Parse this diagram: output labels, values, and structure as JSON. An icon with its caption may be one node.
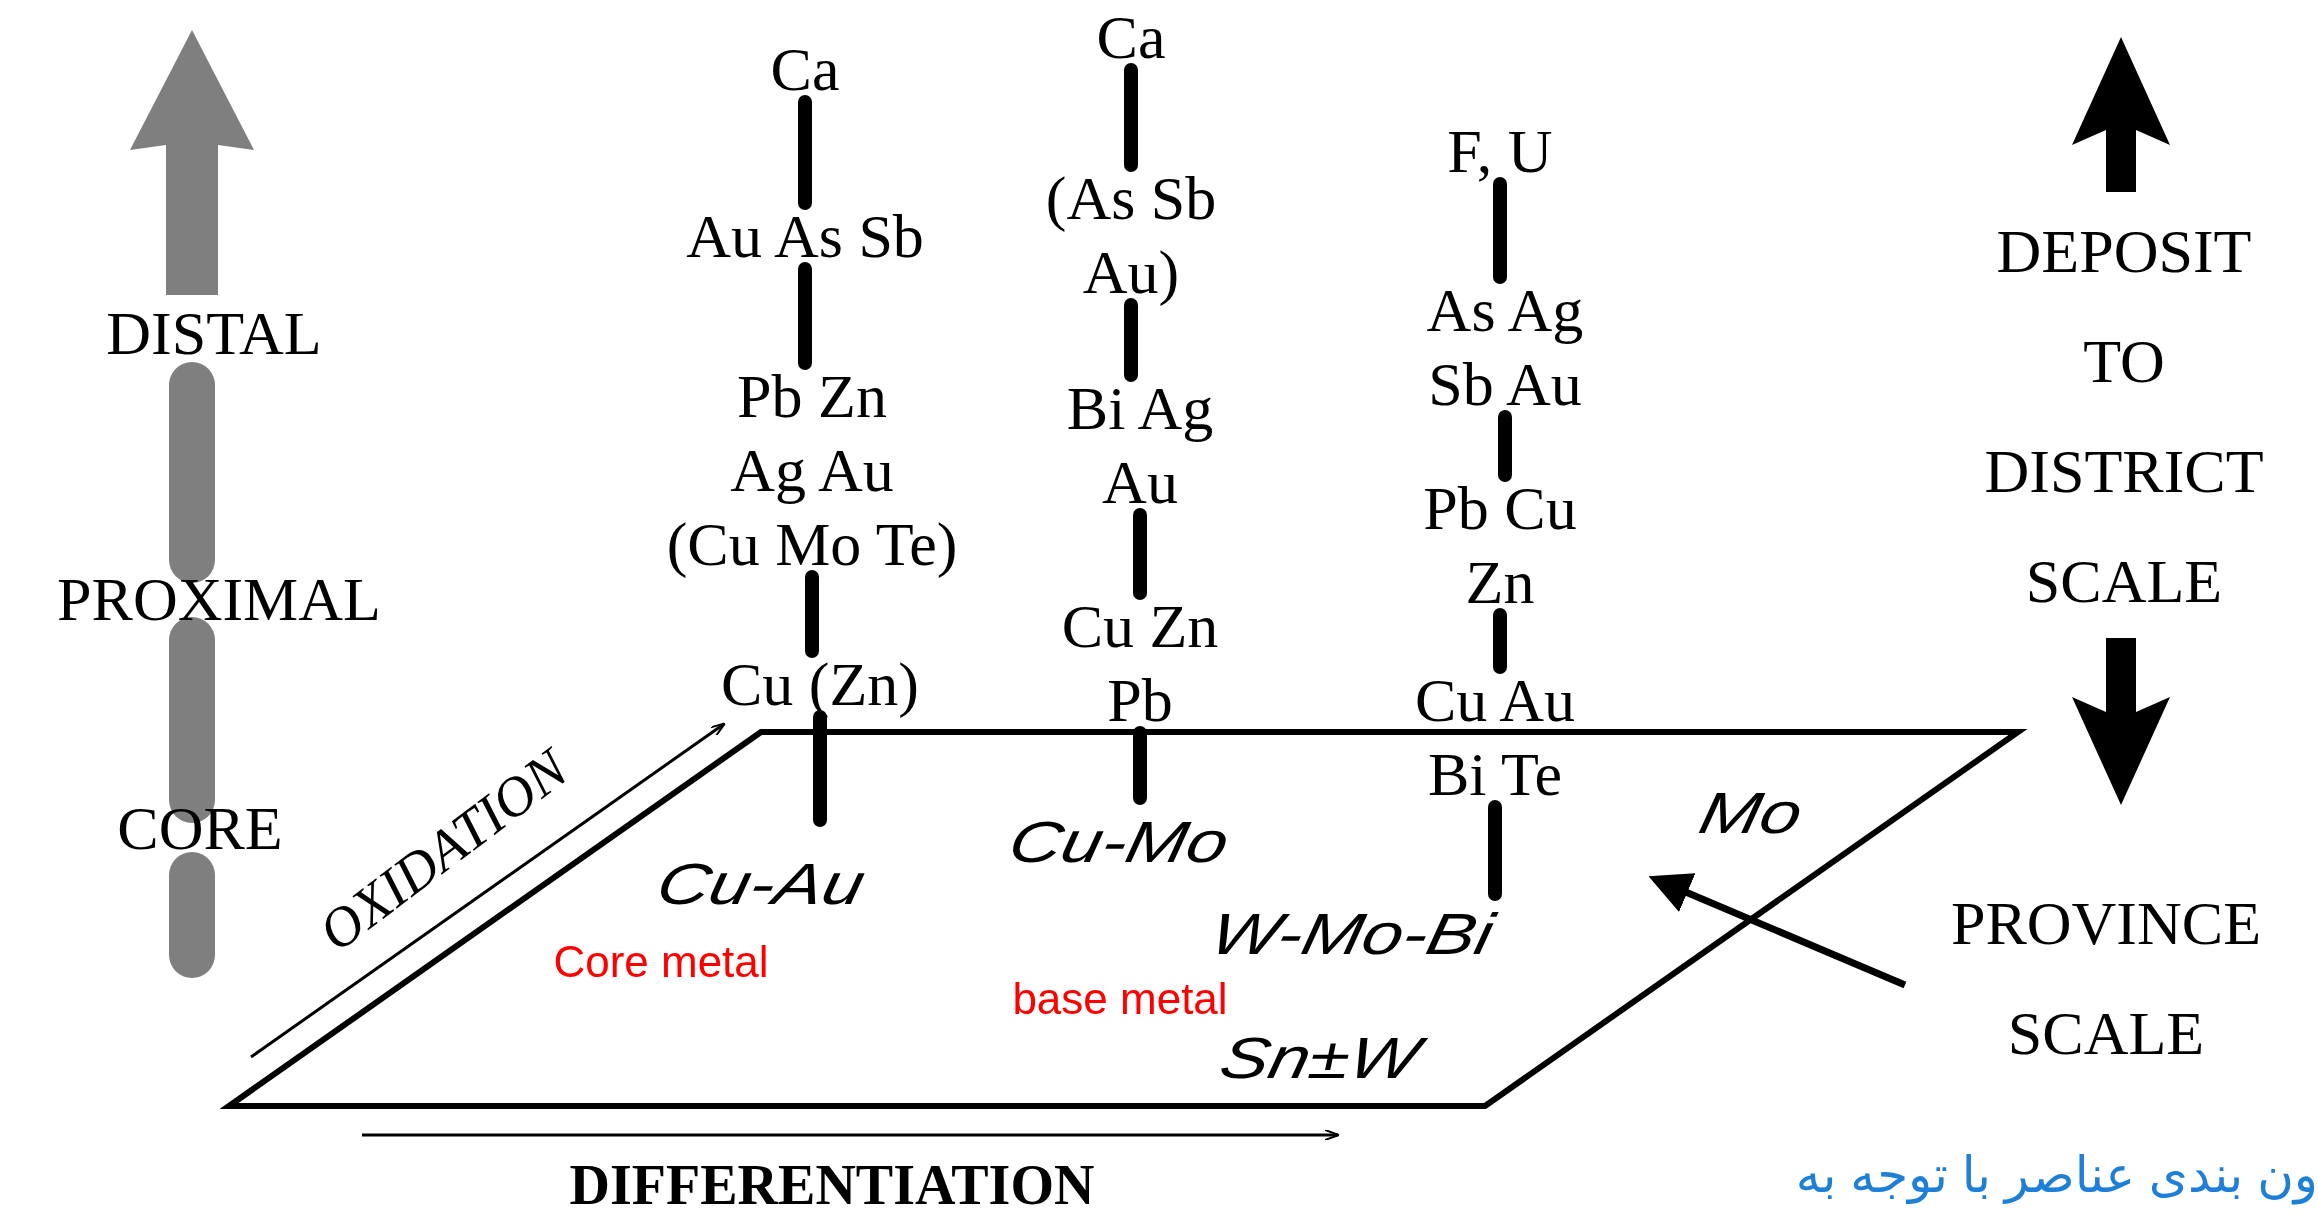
{
  "diagram": {
    "nodes": [
      {
        "text": [
          "Ca"
        ]
      },
      {
        "text": [
          "Au As Sb"
        ]
      },
      {
        "text": [
          "Pb Zn Ag Au (Cu Mo Te)"
        ]
      },
      {
        "text": [
          "Cu (Zn)"
        ]
      },
      {
        "text": [
          "Ca"
        ]
      },
      {
        "text": [
          "(As Sb Au)"
        ]
      },
      {
        "text": [
          "Bi Ag Au"
        ]
      },
      {
        "text": [
          "Cu Zn Pb"
        ]
      },
      {
        "text": [
          "F, U"
        ]
      },
      {
        "text": [
          "As Ag Sb Au"
        ]
      },
      {
        "text": [
          "Pb Cu Zn"
        ]
      },
      {
        "text": [
          "Cu Au Bi Te"
        ]
      },
      {
        "text": [
          "Cu-Au",
          "Cu-Mo",
          "Mo",
          "W-Mo-Bi",
          "Sn±W"
        ]
      },
      {
        "text": [
          "PROVINCE SCALE"
        ]
      }
    ],
    "edges": [
      {
        "from": 0,
        "to": 1,
        "arrow": "none"
      },
      {
        "from": 1,
        "to": 2,
        "arrow": "none"
      },
      {
        "from": 2,
        "to": 3,
        "arrow": "none"
      },
      {
        "from": 3,
        "to": 12,
        "arrow": "none"
      },
      {
        "from": 4,
        "to": 5,
        "arrow": "none"
      },
      {
        "from": 5,
        "to": 6,
        "arrow": "none"
      },
      {
        "from": 6,
        "to": 7,
        "arrow": "none"
      },
      {
        "from": 7,
        "to": 12,
        "arrow": "none"
      },
      {
        "from": 8,
        "to": 9,
        "arrow": "none"
      },
      {
        "from": 9,
        "to": 10,
        "arrow": "none"
      },
      {
        "from": 10,
        "to": 11,
        "arrow": "none"
      },
      {
        "from": 11,
        "to": 12,
        "arrow": "none"
      },
      {
        "from": 13,
        "to": 12,
        "arrow": "to"
      }
    ],
    "labels": [
      "DISTAL",
      "PROXIMAL",
      "CORE",
      "DEPOSIT TO DISTRICT SCALE",
      "OXIDATION",
      "Core metal",
      "base metal",
      "DIFFERENTIATION",
      "ون بندی عناصر با توجه به"
    ]
  }
}
